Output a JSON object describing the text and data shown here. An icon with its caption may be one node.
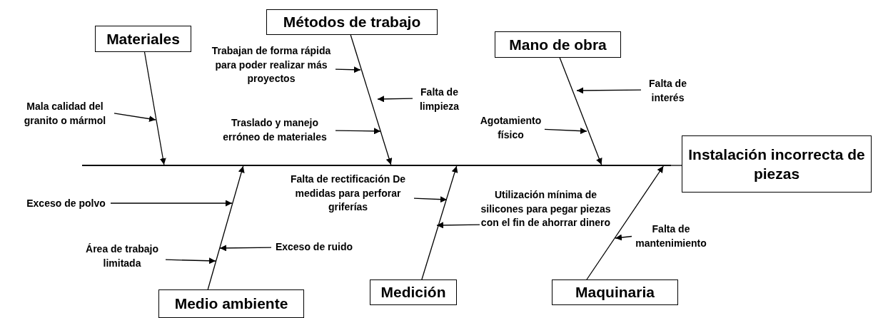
{
  "diagram": {
    "nodes": [
      {
        "text": [
          "Materiales"
        ]
      },
      {
        "text": [
          "Métodos de trabajo"
        ]
      },
      {
        "text": [
          "Mano de obra"
        ]
      },
      {
        "text": [
          "Instalación incorrecta de piezas"
        ]
      },
      {
        "text": [
          "Medio ambiente"
        ]
      },
      {
        "text": [
          "Medición"
        ]
      },
      {
        "text": [
          "Maquinaria"
        ]
      },
      {
        "text": [
          "Mala calidad del granito o mármol"
        ]
      },
      {
        "text": [
          "Trabajan de forma rápida para poder realizar más proyectos"
        ]
      },
      {
        "text": [
          "Falta de limpieza"
        ]
      },
      {
        "text": [
          "Traslado y manejo erróneo de materiales"
        ]
      },
      {
        "text": [
          "Falta de interés"
        ]
      },
      {
        "text": [
          "Agotamiento físico"
        ]
      },
      {
        "text": [
          "Exceso de polvo"
        ]
      },
      {
        "text": [
          "Falta de rectificación De medidas para perforar griferías"
        ]
      },
      {
        "text": [
          "Utilización mínima de silicones para pegar piezas con el fin de ahorrar dinero"
        ]
      },
      {
        "text": [
          "Exceso de ruido"
        ]
      },
      {
        "text": [
          "Área de trabajo limitada"
        ]
      },
      {
        "text": [
          "Falta de mantenimiento"
        ]
      },
      {
        "text": [],
        "shape": "line"
      }
    ],
    "edges": [
      {
        "from": 19,
        "to": 3,
        "arrow": "none"
      },
      {
        "from": 0,
        "to": 19,
        "arrow": "to"
      },
      {
        "from": 1,
        "to": 19,
        "arrow": "to"
      },
      {
        "from": 2,
        "to": 19,
        "arrow": "to"
      },
      {
        "from": 4,
        "to": 19,
        "arrow": "to"
      },
      {
        "from": 5,
        "to": 19,
        "arrow": "to"
      },
      {
        "from": 6,
        "to": 19,
        "arrow": "to"
      },
      {
        "from": 7,
        "to": null,
        "arrow": "to"
      },
      {
        "from": 8,
        "to": null,
        "arrow": "to"
      },
      {
        "from": 9,
        "to": null,
        "arrow": "to"
      },
      {
        "from": 10,
        "to": null,
        "arrow": "to"
      },
      {
        "from": 11,
        "to": null,
        "arrow": "to"
      },
      {
        "from": 12,
        "to": null,
        "arrow": "to"
      },
      {
        "from": 13,
        "to": null,
        "arrow": "to"
      },
      {
        "from": 14,
        "to": null,
        "arrow": "to"
      },
      {
        "from": 15,
        "to": null,
        "arrow": "to"
      },
      {
        "from": 16,
        "to": null,
        "arrow": "to"
      },
      {
        "from": 17,
        "to": null,
        "arrow": "to"
      },
      {
        "from": 18,
        "to": null,
        "arrow": "to"
      }
    ]
  }
}
